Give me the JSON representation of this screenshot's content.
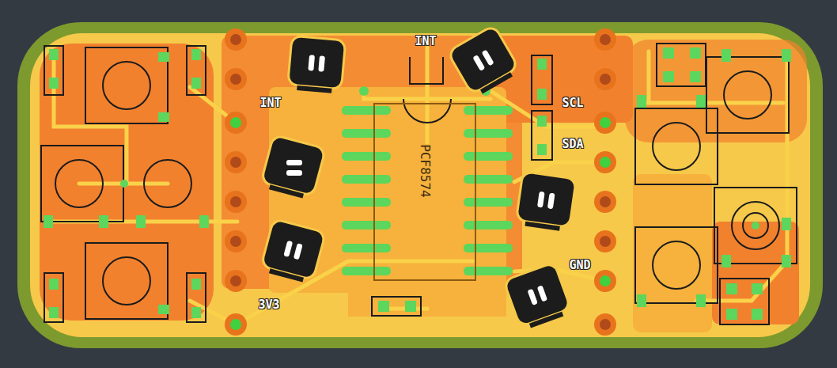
{
  "diagram": {
    "nodes": [
      {
        "text": [
          "PCF8574"
        ]
      }
    ],
    "labels": [
      "INT",
      "INT",
      "SCL",
      "SDA",
      "GND",
      "3V3"
    ]
  }
}
